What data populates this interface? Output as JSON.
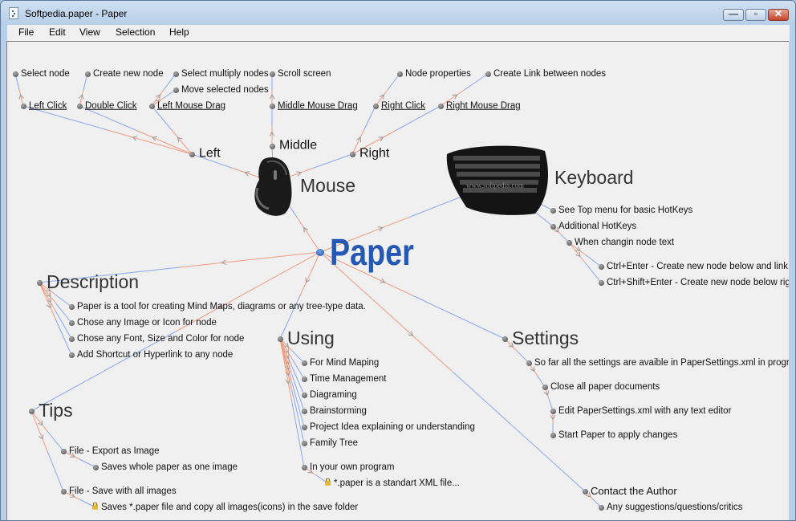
{
  "window": {
    "title": "Softpedia.paper - Paper",
    "minimize": "—",
    "maximize": "▫",
    "close": "✕"
  },
  "menu": [
    "File",
    "Edit",
    "View",
    "Selection",
    "Help"
  ],
  "map": {
    "root": "Paper",
    "mouse": {
      "label": "Mouse",
      "left": {
        "label": "Left",
        "left_click": "Left Click",
        "select_node": "Select node",
        "double_click": "Double Click",
        "create_new_node": "Create new node",
        "left_drag": "Left Mouse Drag",
        "select_multiply": "Select multiply nodes",
        "move_selected": "Move selected nodes"
      },
      "middle": {
        "label": "Middle",
        "middle_drag": "Middle Mouse Drag",
        "scroll": "Scroll screen"
      },
      "right": {
        "label": "Right",
        "right_click": "Right Click",
        "node_properties": "Node properties",
        "right_drag": "Right Mouse Drag",
        "create_link": "Create Link between nodes"
      }
    },
    "keyboard": {
      "label": "Keyboard",
      "see_top": "See Top  menu for basic HotKeys",
      "additional": "Additional HotKeys",
      "when_changing": "When changin node text",
      "ctrl_enter": "Ctrl+Enter - Create new node below and link to it",
      "ctrl_shift_enter": "Ctrl+Shift+Enter - Create new node below right a",
      "watermark": "www.softpedia.com"
    },
    "description": {
      "label": "Description",
      "items": [
        "Paper is a tool for creating Mind Maps, diagrams or any tree-type data.",
        "Chose any Image or Icon for node",
        "Chose any Font, Size and Color for node",
        "Add Shortcut or Hyperlink to any node"
      ]
    },
    "tips": {
      "label": "Tips",
      "export": "File - Export as Image",
      "export_sub": "Saves whole paper as one image",
      "save": "File - Save with all images",
      "save_sub": "Saves *.paper file and copy all images(icons) in the save folder"
    },
    "using": {
      "label": "Using",
      "items": [
        "For Mind Maping",
        "Time Management",
        "Diagraming",
        "Brainstorming",
        "Project Idea explaining or understanding",
        "Family Tree",
        "In your own program"
      ],
      "xml": "*.paper is a standart XML file..."
    },
    "settings": {
      "label": "Settings",
      "so_far": "So far all the settings are avaible in PaperSettings.xml in program d",
      "close_all": "Close all paper documents",
      "edit": "Edit PaperSettings.xml with any text editor",
      "start": "Start Paper to apply changes"
    },
    "contact": {
      "label": "Contact the Author",
      "sub": "Any suggestions/questions/critics"
    }
  }
}
